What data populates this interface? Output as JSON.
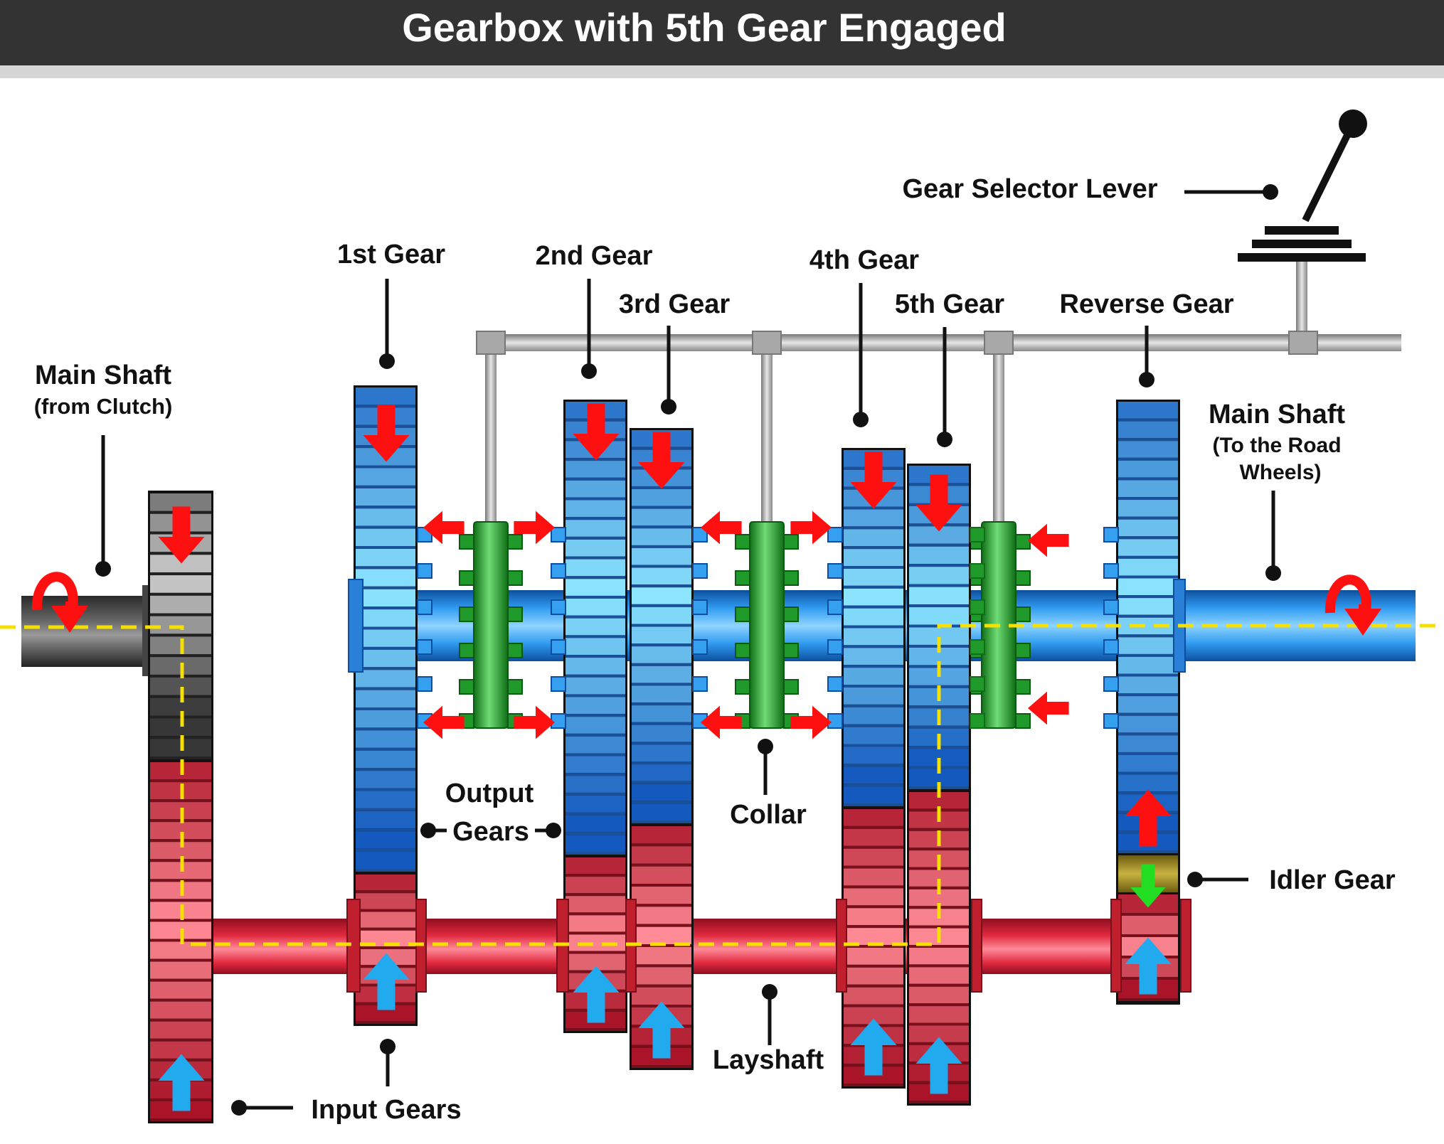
{
  "title": "Gearbox with 5th Gear Engaged",
  "labels": {
    "main_shaft_in": "Main Shaft",
    "main_shaft_in_sub": "(from Clutch)",
    "main_shaft_out": "Main Shaft",
    "main_shaft_out_sub_1": "(To the Road",
    "main_shaft_out_sub_2": "Wheels)",
    "gear_1": "1st Gear",
    "gear_2": "2nd Gear",
    "gear_3": "3rd Gear",
    "gear_4": "4th Gear",
    "gear_5": "5th Gear",
    "gear_reverse": "Reverse Gear",
    "selector_lever": "Gear Selector Lever",
    "output_gears_1": "Output",
    "output_gears_2": "Gears",
    "collar": "Collar",
    "idler_gear": "Idler Gear",
    "layshaft": "Layshaft",
    "input_gears": "Input Gears"
  },
  "colors": {
    "title_bar": "#333333",
    "blue_gear": "#2a8ee0",
    "red_gear": "#d8283c",
    "grey_gear": "#555555",
    "collar": "#1f9a2a",
    "arrow_red": "#ff1010",
    "arrow_blue": "#22aaee",
    "arrow_green": "#22dd22",
    "power_path": "#f5e000"
  }
}
